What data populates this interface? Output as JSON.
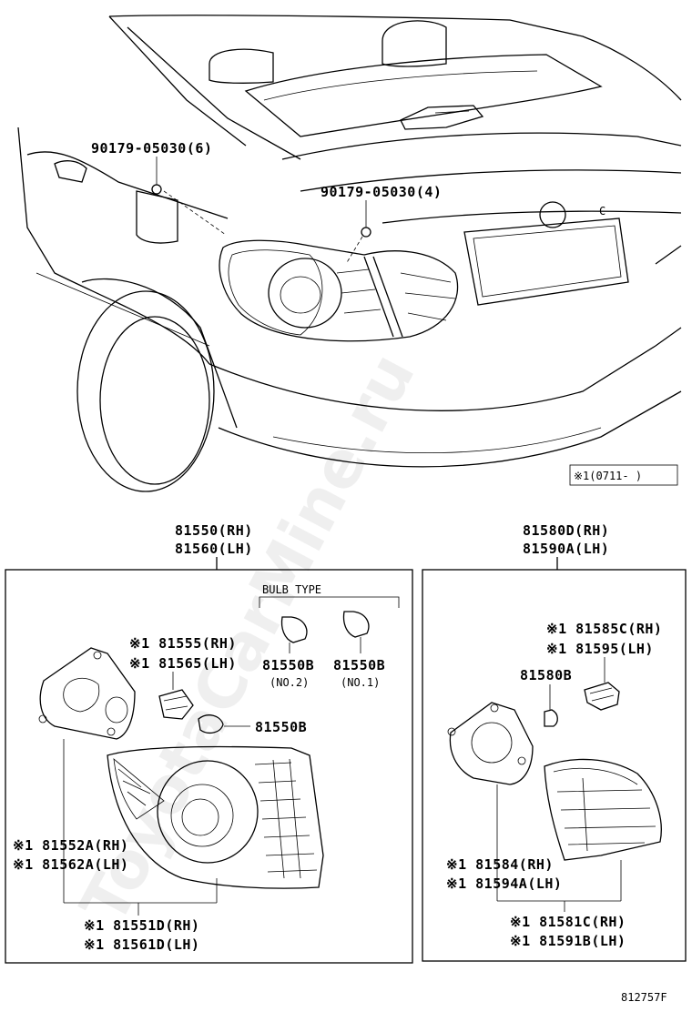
{
  "watermark": "ToyotaCarMine.ru",
  "callouts": {
    "bolt_6": "90179-05030(6)",
    "bolt_4": "90179-05030(4)",
    "note": "※1(0711-    )"
  },
  "left_group": {
    "title_rh": "81550(RH)",
    "title_lh": "81560(LH)",
    "bulb_type_label": "BULB TYPE",
    "bulb_no2_part": "81550B",
    "bulb_no2_sub": "(NO.2)",
    "bulb_no1_part": "81550B",
    "bulb_no1_sub": "(NO.1)",
    "socket_rh": "※1 81555(RH)",
    "socket_lh": "※1 81565(LH)",
    "bulb_part": "81550B",
    "gasket_rh": "※1 81552A(RH)",
    "gasket_lh": "※1 81562A(LH)",
    "lens_rh": "※1 81551D(RH)",
    "lens_lh": "※1 81561D(LH)"
  },
  "right_group": {
    "title_rh": "81580D(RH)",
    "title_lh": "81590A(LH)",
    "socket_rh": "※1 81585C(RH)",
    "socket_lh": "※1 81595(LH)",
    "bulb_part": "81580B",
    "gasket_rh": "※1 81584(RH)",
    "gasket_lh": "※1 81594A(LH)",
    "lens_rh": "※1 81581C(RH)",
    "lens_lh": "※1 81591B(LH)"
  },
  "diagram_id": "812757F"
}
